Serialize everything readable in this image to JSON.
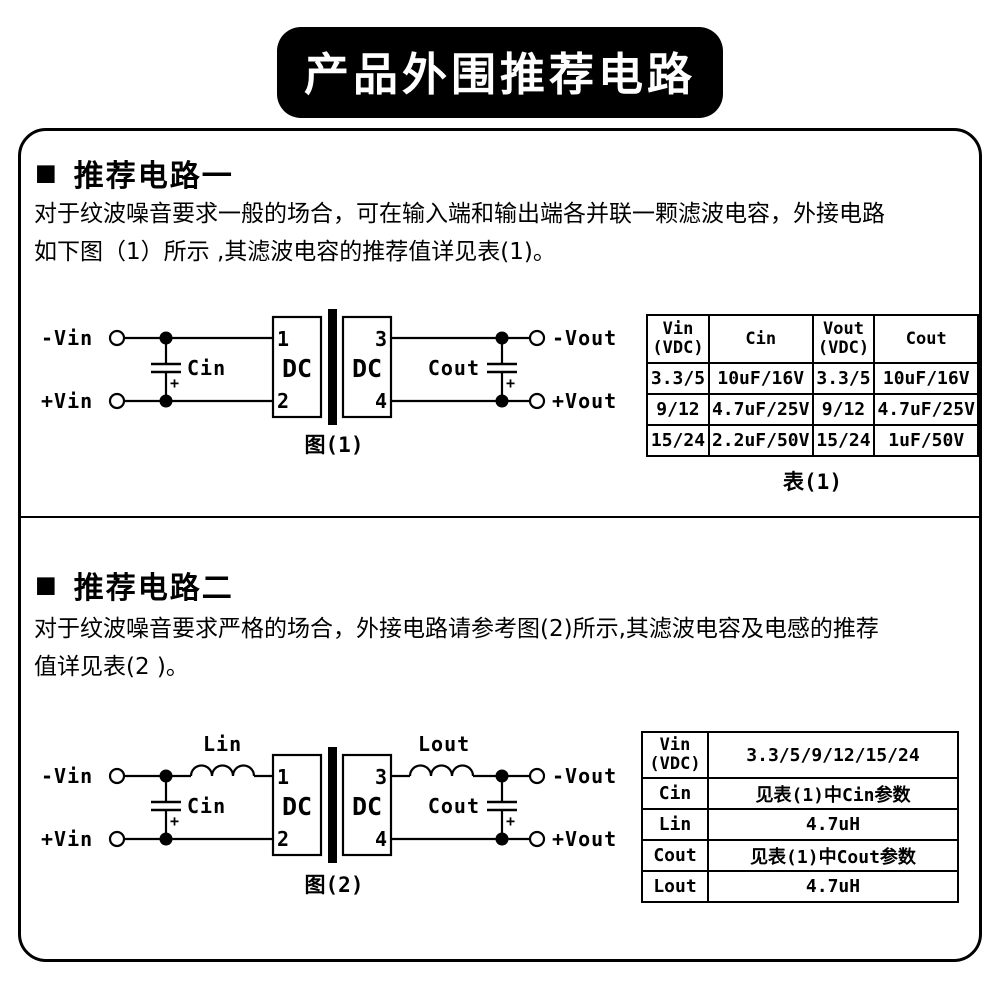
{
  "page": {
    "title": "产品外围推荐电路",
    "bullet": "■"
  },
  "section1": {
    "heading": "推荐电路一",
    "body_lines": [
      "对于纹波噪音要求一般的场合，可在输入端和输出端各并联一颗滤波电容，外接电路",
      "如下图（1）所示 ,其滤波电容的推荐值详见表(1)。"
    ],
    "figure": {
      "caption": "图(1)",
      "in_neg": "-Vin",
      "in_pos": "+Vin",
      "out_neg": "-Vout",
      "out_pos": "+Vout",
      "cap_in": "Cin",
      "cap_out": "Cout",
      "plus": "+",
      "block": "DC",
      "pin1": "1",
      "pin2": "2",
      "pin3": "3",
      "pin4": "4"
    },
    "table": {
      "caption": "表(1)",
      "headers": [
        [
          "Vin",
          "(VDC)"
        ],
        [
          "Cin"
        ],
        [
          "Vout",
          "(VDC)"
        ],
        [
          "Cout"
        ]
      ],
      "rows": [
        [
          "3.3/5",
          "10uF/16V",
          "3.3/5",
          "10uF/16V"
        ],
        [
          "9/12",
          "4.7uF/25V",
          "9/12",
          "4.7uF/25V"
        ],
        [
          "15/24",
          "2.2uF/50V",
          "15/24",
          "1uF/50V"
        ]
      ]
    }
  },
  "section2": {
    "heading": "推荐电路二",
    "body_lines": [
      "对于纹波噪音要求严格的场合，外接电路请参考图(2)所示,其滤波电容及电感的推荐",
      "值详见表(2 )。"
    ],
    "figure": {
      "caption": "图(2)",
      "in_neg": "-Vin",
      "in_pos": "+Vin",
      "out_neg": "-Vout",
      "out_pos": "+Vout",
      "cap_in": "Cin",
      "cap_out": "Cout",
      "ind_in": "Lin",
      "ind_out": "Lout",
      "plus": "+",
      "block": "DC",
      "pin1": "1",
      "pin2": "2",
      "pin3": "3",
      "pin4": "4"
    },
    "table": {
      "rows": [
        {
          "label": [
            "Vin",
            "(VDC)"
          ],
          "value": "3.3/5/9/12/15/24"
        },
        {
          "label": [
            "Cin"
          ],
          "value": "见表(1)中Cin参数"
        },
        {
          "label": [
            "Lin"
          ],
          "value": "4.7uH"
        },
        {
          "label": [
            "Cout"
          ],
          "value": "见表(1)中Cout参数"
        },
        {
          "label": [
            "Lout"
          ],
          "value": "4.7uH"
        }
      ]
    }
  }
}
